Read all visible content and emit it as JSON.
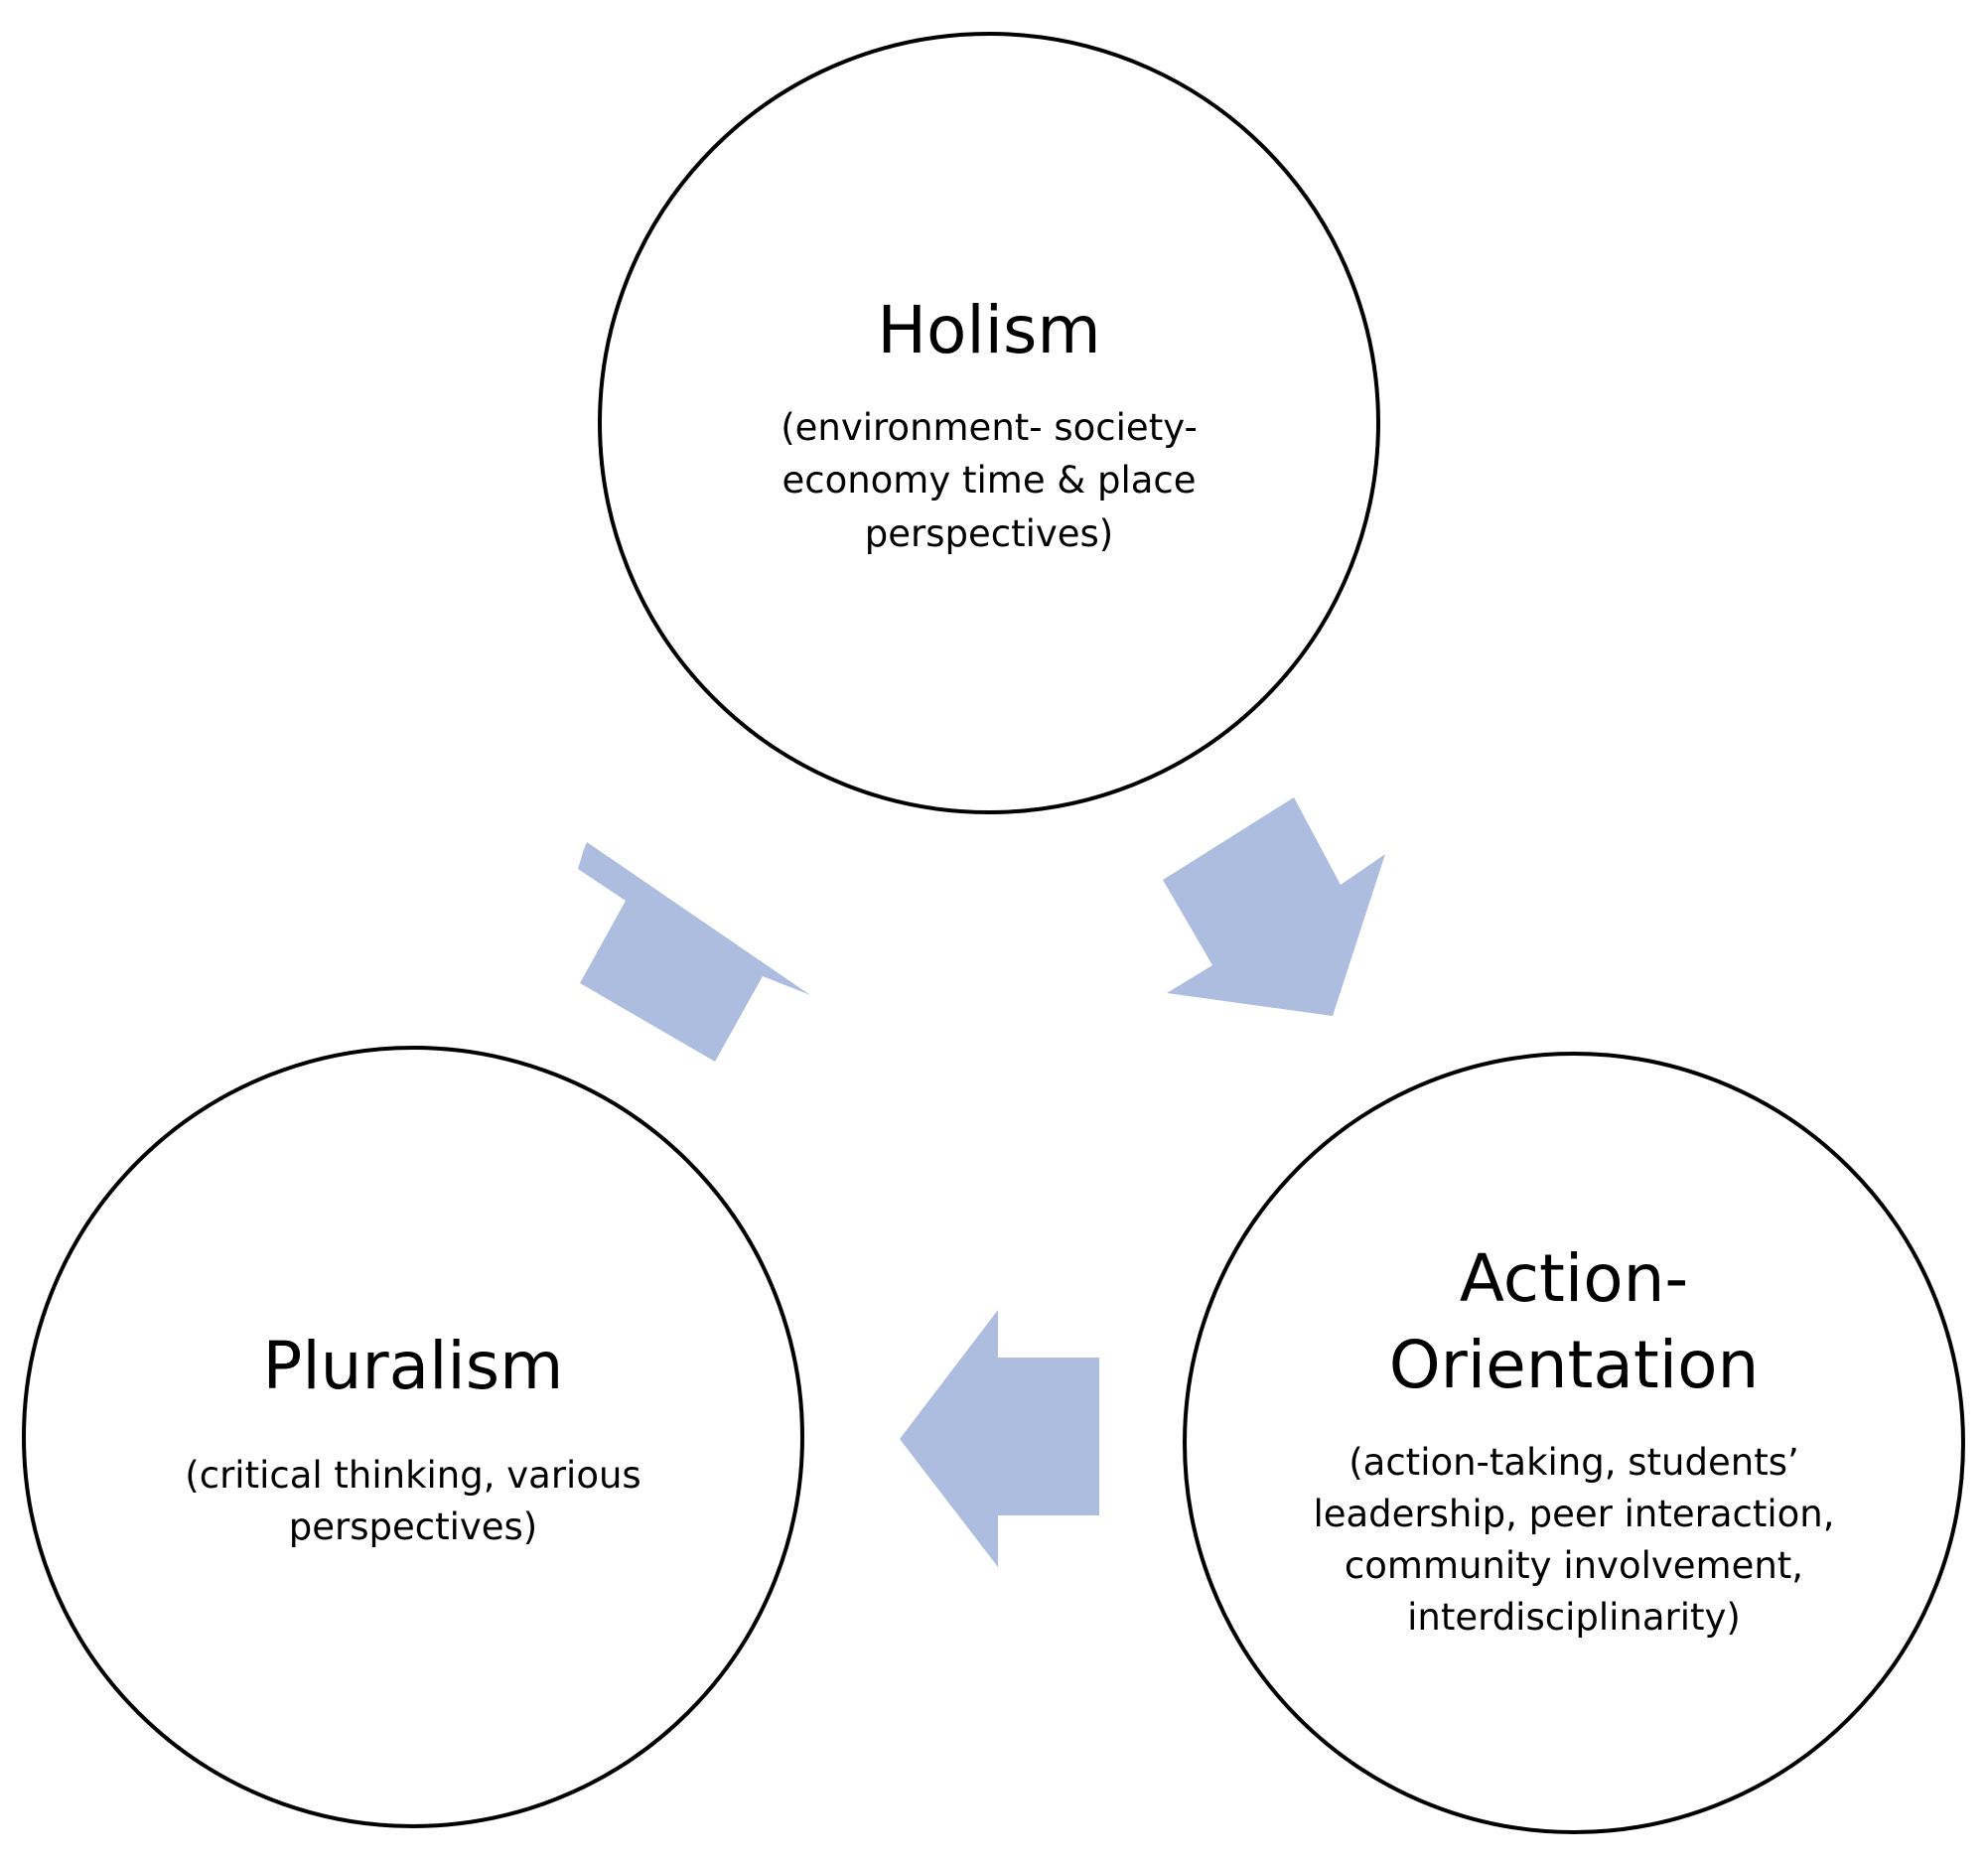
{
  "colors": {
    "arrow_fill": "#adbde0",
    "circle_stroke": "#000000",
    "background": "#ffffff"
  },
  "nodes": {
    "holism": {
      "title": "Holism",
      "description_lines": [
        "(environment- society-",
        "economy time & place",
        "perspectives)"
      ]
    },
    "action_orientation": {
      "title_lines": [
        "Action-",
        "Orientation"
      ],
      "description_lines": [
        "(action-taking, students’",
        "leadership, peer interaction,",
        "community involvement,",
        "interdisciplinarity)"
      ]
    },
    "pluralism": {
      "title": "Pluralism",
      "description_lines": [
        "(critical thinking, various",
        "perspectives)"
      ]
    }
  },
  "arrows": [
    {
      "from": "pluralism",
      "to": "holism",
      "icon": "block-arrow-icon"
    },
    {
      "from": "holism",
      "to": "action_orientation",
      "icon": "block-arrow-icon"
    },
    {
      "from": "action_orientation",
      "to": "pluralism",
      "icon": "block-arrow-icon"
    }
  ]
}
